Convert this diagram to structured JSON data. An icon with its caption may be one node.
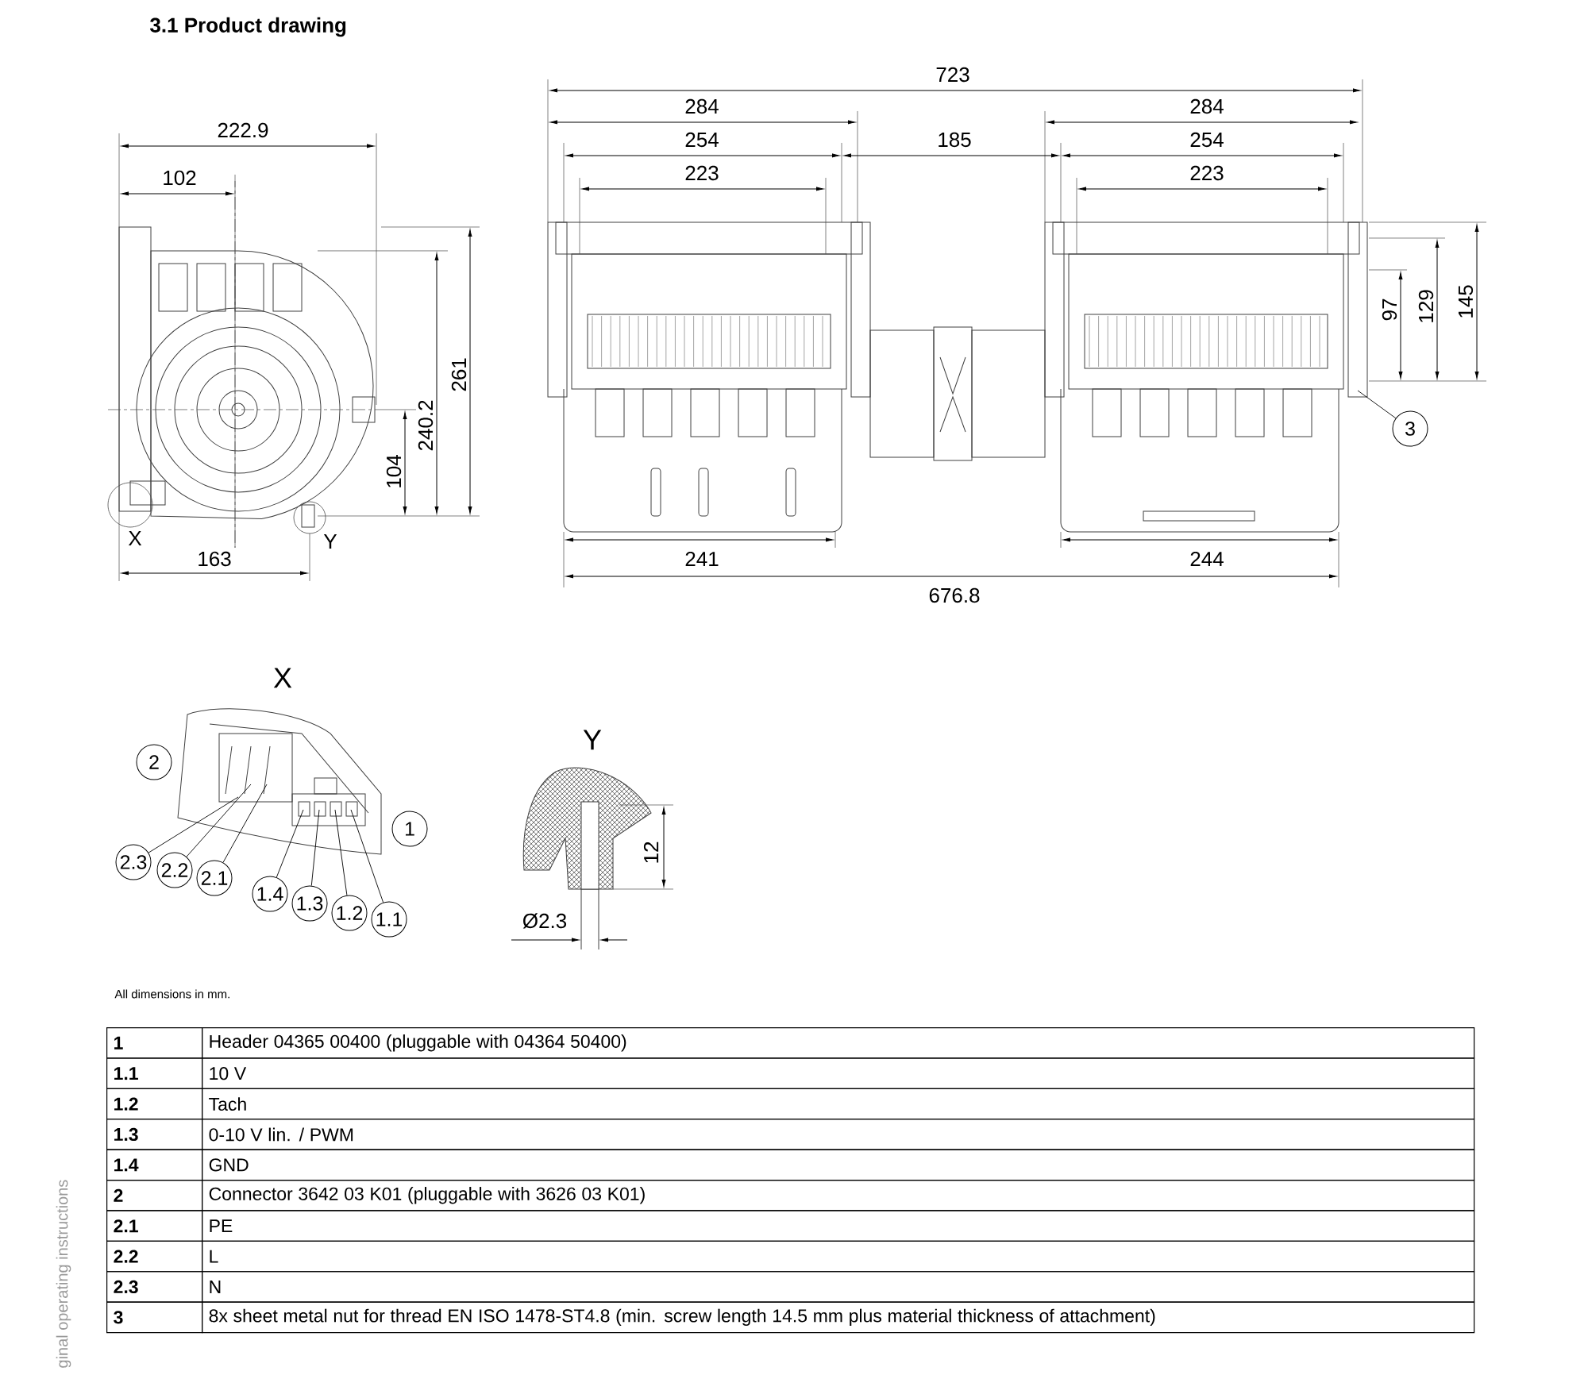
{
  "diagram": {
    "title": "3.1 Product drawing",
    "nodes": [
      {
        "text": [
          "2"
        ]
      },
      {
        "text": [
          "1"
        ]
      },
      {
        "text": [
          "2.3"
        ]
      },
      {
        "text": [
          "2.2"
        ]
      },
      {
        "text": [
          "2.1"
        ]
      },
      {
        "text": [
          "1.4"
        ]
      },
      {
        "text": [
          "1.3"
        ]
      },
      {
        "text": [
          "1.2"
        ]
      },
      {
        "text": [
          "1.1"
        ]
      },
      {
        "text": [
          "3"
        ]
      },
      {
        "text": [],
        "shape": "circle",
        "beside": [
          "X"
        ]
      },
      {
        "text": [],
        "shape": "circle",
        "beside": [
          "Y"
        ]
      }
    ],
    "edges": [
      {
        "from": 2,
        "to": null,
        "arrow": "none"
      },
      {
        "from": 3,
        "to": null,
        "arrow": "none"
      },
      {
        "from": 4,
        "to": null,
        "arrow": "none"
      },
      {
        "from": 5,
        "to": null,
        "arrow": "none"
      },
      {
        "from": 6,
        "to": null,
        "arrow": "none"
      },
      {
        "from": 7,
        "to": null,
        "arrow": "none"
      },
      {
        "from": 8,
        "to": null,
        "arrow": "none"
      },
      {
        "from": 9,
        "to": null,
        "arrow": "none"
      }
    ],
    "labels": [
      "222.9",
      "102",
      "240.2",
      "261",
      "104",
      "163",
      "723",
      "284",
      "254",
      "223",
      "185",
      "284",
      "254",
      "223",
      "97",
      "129",
      "145",
      "241",
      "244",
      "676.8",
      "X",
      "Y",
      "12",
      "Ø2.3",
      "All dimensions in mm.",
      "1",
      "Header 04365 00400 (pluggable with 04364 50400)",
      "1.1",
      "10 V",
      "1.2",
      "Tach",
      "1.3",
      "0-10 V lin. / PWM",
      "1.4",
      "GND",
      "2",
      "Connector 3642 03 K01 (pluggable with 3626 03 K01)",
      "2.1",
      "PE",
      "2.2",
      "L",
      "2.3",
      "N",
      "3",
      "8x sheet metal nut for thread EN ISO 1478-ST4.8 (min. screw length 14.5 mm plus material thickness of attachment)",
      "ginal operating instructions"
    ]
  }
}
